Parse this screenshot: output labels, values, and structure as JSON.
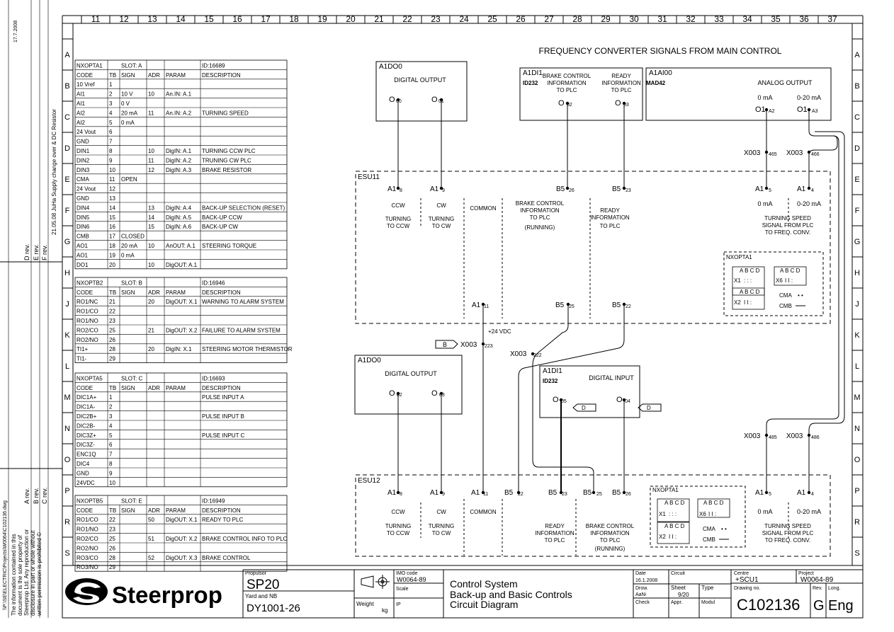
{
  "title": "FREQUENCY CONVERTER SIGNALS FROM MAIN CONTROL",
  "columns": [
    "11",
    "12",
    "13",
    "14",
    "15",
    "16",
    "17",
    "18",
    "19",
    "20",
    "21",
    "22",
    "23",
    "24",
    "25",
    "26",
    "27",
    "28",
    "29",
    "30",
    "31",
    "32",
    "33",
    "34",
    "35",
    "36",
    "37"
  ],
  "rows": [
    "A",
    "B",
    "C",
    "D",
    "E",
    "F",
    "G",
    "H",
    "J",
    "K",
    "L",
    "M",
    "N",
    "O",
    "P",
    "R",
    "S"
  ],
  "side_revisions": {
    "date": "17.7.2008",
    "d": "D rev.",
    "e": "E rev.",
    "f": "F rev.",
    "change": "21.05.08 JuHa Supply change over & DC Resistor",
    "a": "A rev.",
    "b": "B rev.",
    "c": "C rev.",
    "path": "\\\\P:\\SE\\ELECTRIC\\Projects\\W0064\\C102136.dwg",
    "notice": "The information contained in this document is the sole property of Steerprop Ltd. Any reproduction or disclosure in part or whole without written permission is prohibited ©"
  },
  "tables": [
    {
      "title": "NXOPTA1",
      "slot": "SLOT: A",
      "id": "ID:16689",
      "header": [
        "CODE",
        "TB",
        "SIGN",
        "ADR",
        "PARAM",
        "DESCRIPTION"
      ],
      "rows": [
        [
          "10 Vref",
          "1",
          "",
          "",
          "",
          ""
        ],
        [
          "AI1",
          "2",
          "10 V",
          "10",
          "An.IN: A.1",
          ""
        ],
        [
          "AI1",
          "3",
          "0 V",
          "",
          "",
          ""
        ],
        [
          "AI2",
          "4",
          "20 mA",
          "11",
          "An.IN: A.2",
          "TURNING SPEED"
        ],
        [
          "AI2",
          "5",
          "0 mA",
          "",
          "",
          ""
        ],
        [
          "24 Vout",
          "6",
          "",
          "",
          "",
          ""
        ],
        [
          "GND",
          "7",
          "",
          "",
          "",
          ""
        ],
        [
          "DIN1",
          "8",
          "",
          "10",
          "DigIN: A.1",
          "TURNING CCW PLC"
        ],
        [
          "DIN2",
          "9",
          "",
          "11",
          "DigIN: A.2",
          "TRUNING CW PLC"
        ],
        [
          "DIN3",
          "10",
          "",
          "12",
          "DigIN: A.3",
          "BRAKE RESISTOR"
        ],
        [
          "CMA",
          "11",
          "OPEN",
          "",
          "",
          ""
        ],
        [
          "24 Vout",
          "12",
          "",
          "",
          "",
          ""
        ],
        [
          "GND",
          "13",
          "",
          "",
          "",
          ""
        ],
        [
          "DIN4",
          "14",
          "",
          "13",
          "DigIN: A.4",
          "BACK-UP SELECTION (RESET)"
        ],
        [
          "DIN5",
          "15",
          "",
          "14",
          "DigIN: A.5",
          "BACK-UP CCW"
        ],
        [
          "DIN6",
          "16",
          "",
          "15",
          "DigIN: A.6",
          "BACK-UP CW"
        ],
        [
          "CMB",
          "17",
          "CLOSED",
          "",
          "",
          ""
        ],
        [
          "AO1",
          "18",
          "20 mA",
          "10",
          "AnOUT: A.1",
          "STEERING TORQUE"
        ],
        [
          "AO1",
          "19",
          "0 mA",
          "",
          "",
          ""
        ],
        [
          "DO1",
          "20",
          "",
          "10",
          "DigOUT: A.1",
          ""
        ]
      ]
    },
    {
      "title": "NXOPTB2",
      "slot": "SLOT: B",
      "id": "ID:16946",
      "header": [
        "CODE",
        "TB",
        "SIGN",
        "ADR",
        "PARAM",
        "DESCRIPTION"
      ],
      "rows": [
        [
          "RO1/NC",
          "21",
          "",
          "20",
          "DigOUT: X.1",
          "WARNING TO ALARM SYSTEM"
        ],
        [
          "RO1/CO",
          "22",
          "",
          "",
          "",
          ""
        ],
        [
          "RO1/NO",
          "23",
          "",
          "",
          "",
          ""
        ],
        [
          "RO2/CO",
          "25",
          "",
          "21",
          "DigOUT: X.2",
          "FAILURE TO ALARM SYSTEM"
        ],
        [
          "RO2/NO",
          "26",
          "",
          "",
          "",
          ""
        ],
        [
          "TI1+",
          "28",
          "",
          "20",
          "DigIN: X.1",
          "STEERING MOTOR THERMISTOR"
        ],
        [
          "TI1-",
          "29",
          "",
          "",
          "",
          ""
        ]
      ]
    },
    {
      "title": "NXOPTA5",
      "slot": "SLOT: C",
      "id": "ID:16693",
      "header": [
        "CODE",
        "TB",
        "SIGN",
        "ADR",
        "PARAM",
        "DESCRIPTION"
      ],
      "rows": [
        [
          "DIC1A+",
          "1",
          "",
          "",
          "",
          "PULSE INPUT A"
        ],
        [
          "DIC1A-",
          "2",
          "",
          "",
          "",
          ""
        ],
        [
          "DIC2B+",
          "3",
          "",
          "",
          "",
          "PULSE INPUT B"
        ],
        [
          "DIC2B-",
          "4",
          "",
          "",
          "",
          ""
        ],
        [
          "DIC3Z+",
          "5",
          "",
          "",
          "",
          "PULSE INPUT C"
        ],
        [
          "DIC3Z-",
          "6",
          "",
          "",
          "",
          ""
        ],
        [
          "ENC1Q",
          "7",
          "",
          "",
          "",
          ""
        ],
        [
          "DIC4",
          "8",
          "",
          "",
          "",
          ""
        ],
        [
          "GND",
          "9",
          "",
          "",
          "",
          ""
        ],
        [
          "24VDC",
          "10",
          "",
          "",
          "",
          ""
        ]
      ]
    },
    {
      "title": "NXOPTB5",
      "slot": "SLOT: E",
      "id": "ID:16949",
      "header": [
        "CODE",
        "TB",
        "SIGN",
        "ADR",
        "PARAM",
        "DESCRIPTION"
      ],
      "rows": [
        [
          "RO1/CO",
          "22",
          "",
          "50",
          "DigOUT: X.1",
          "READY TO PLC"
        ],
        [
          "RO1/NO",
          "23",
          "",
          "",
          "",
          ""
        ],
        [
          "RO2/CO",
          "25",
          "",
          "51",
          "DigOUT: X.2",
          "BRAKE CONTROL INFO TO PLC"
        ],
        [
          "RO2/NO",
          "26",
          "",
          "",
          "",
          ""
        ],
        [
          "RO3/CO",
          "28",
          "",
          "52",
          "DigOUT: X.3",
          "BRAKE CONTROL"
        ],
        [
          "RO3/NO",
          "29",
          "",
          "",
          "",
          ""
        ]
      ]
    }
  ],
  "diagram": {
    "a1do0_top": {
      "name": "A1DO0",
      "label": "DIGITAL OUTPUT",
      "o1": "O",
      "o1s": "00",
      "o2": "O",
      "o2s": "01"
    },
    "a1di1_top": {
      "name": "A1DI1",
      "id": "ID232",
      "brake": "BRAKE CONTROL INFORMATION TO PLC",
      "ready": "READY INFORMATION TO PLC",
      "o1": "O",
      "o1s": "02",
      "o2": "O",
      "o2s": "03"
    },
    "a1ai00": {
      "name": "A1AI00",
      "id": "MAD42",
      "label": "ANALOG OUTPUT",
      "r1": "0 mA",
      "r2": "0-20 mA",
      "o1": "O1",
      "o1s": "A2",
      "o2": "O1",
      "o2s": "A3"
    },
    "esu11": {
      "name": "ESU11",
      "t1": "A1",
      "t1s": "8",
      "t2": "A1",
      "t2s": "9",
      "t3": "B5",
      "t3s": "26",
      "t4": "B5",
      "t4s": "23",
      "t5": "A1",
      "t5s": "5",
      "t6": "A1",
      "t6s": "4",
      "ccw": "CCW",
      "turn_ccw": "TURNING TO CCW",
      "cw": "CW",
      "turn_cw": "TURNING TO CW",
      "common": "COMMON",
      "brake": "BRAKE CONTROL INFORMATION TO PLC (RUNNING)",
      "ready": "READY INFORMATION TO PLC",
      "r1": "0 mA",
      "r2": "0-20 mA",
      "speed": "TURNING SPEED SIGNAL FROM PLC TO FREQ. CONV.",
      "b1": "A1",
      "b1s": "11",
      "b2": "B5",
      "b2s": "25",
      "b3": "B5",
      "b3s": "22",
      "opt": "NXOPTA1",
      "x1": "X1",
      "x2": "X2",
      "x6": "X6",
      "abcd": "A B C D",
      "cma": "CMA",
      "cmb": "CMB"
    },
    "x003_top": {
      "a": "X003",
      "as": "465",
      "b": "X003",
      "bs": "466"
    },
    "x003_mid": {
      "a": "X003",
      "as": "223",
      "b": "X003",
      "bs": "222",
      "b_tag": "B",
      "vdc": "+24 VDC"
    },
    "x003_bot": {
      "a": "X003",
      "as": "485",
      "b": "X003",
      "bs": "486"
    },
    "a1do0_mid": {
      "name": "A1DO0",
      "label": "DIGITAL OUTPUT",
      "o1": "O",
      "o1s": "02",
      "o2": "O",
      "o2s": "03"
    },
    "a1di1_mid": {
      "name": "A1DI1",
      "id": "ID232",
      "label": "DIGITAL INPUT",
      "o1": "O",
      "o1s": "05",
      "o2": "O",
      "o2s": "04",
      "tag": "D"
    },
    "esu12": {
      "name": "ESU12",
      "t1": "A1",
      "t1s": "8",
      "t2": "A1",
      "t2s": "9",
      "t3": "A1",
      "t3s": "11",
      "t4": "B5",
      "t4s": "22",
      "t5": "B5",
      "t5s": "23",
      "t6": "B5",
      "t6s": "25",
      "t7": "B5",
      "t7s": "26",
      "t8": "A1",
      "t8s": "5",
      "t9": "A1",
      "t9s": "4",
      "ccw": "CCW",
      "turn_ccw": "TURNING TO CCW",
      "cw": "CW",
      "turn_cw": "TURNING TO CW",
      "common": "COMMON",
      "ready": "READY INFORMATION TO PLC",
      "brake": "BRAKE CONTROL INFORMATION TO PLC (RUNNING)",
      "r1": "0 mA",
      "r2": "0-20 mA",
      "speed": "TURNING SPEED SIGNAL FROM PLC TO FREQ. CONV.",
      "opt": "NXOPTA1",
      "x1": "X1",
      "x2": "X2",
      "x6": "X6",
      "abcd": "A B C D",
      "cma": "CMA",
      "cmb": "CMB"
    }
  },
  "title_block": {
    "logo": "Steerprop",
    "propulsor_label": "Propulsor",
    "propulsor": "SP20",
    "yard_label": "Yard and NB",
    "yard": "DY1001-26",
    "imo_label": "IMO code",
    "imo": "W0064-89",
    "scale_label": "Scale",
    "weight_label": "Weight",
    "weight_unit": "kg",
    "ip_label": "IP",
    "title1": "Control System",
    "title2": "Back-up and Basic Controls",
    "title3": "Circuit Diagram",
    "date_label": "Date",
    "date": "16.1.2008",
    "circuit_label": "Circuit",
    "drw_label": "Drow.",
    "drw": "AaNi",
    "sheet_label": "Sheet",
    "sheet": "9/20",
    "type_label": "Type",
    "check_label": "Check",
    "appr_label": "Appr.",
    "modul_label": "Modul",
    "centre_label": "Centre",
    "centre": "+SCU1",
    "project_label": "Project",
    "project": "W0064-89",
    "drawing_label": "Drawing no.",
    "drawing": "C102136",
    "rev_label": "Rev.",
    "rev": "G",
    "lang_label": "Long.",
    "lang": "Eng"
  }
}
